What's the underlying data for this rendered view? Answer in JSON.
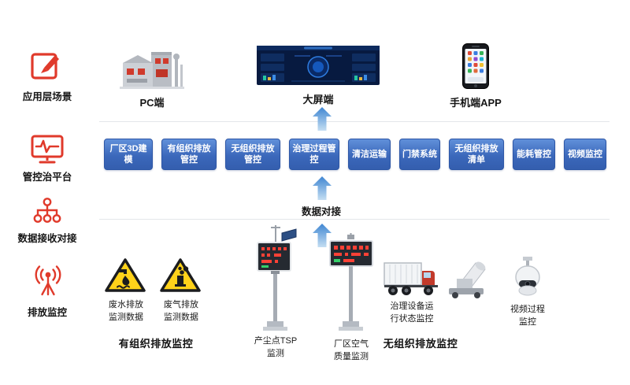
{
  "sidebar": {
    "items": [
      {
        "id": "app-layer",
        "label": "应用层场景",
        "icon": "edit-icon"
      },
      {
        "id": "platform",
        "label": "管控治平台",
        "icon": "monitor-pulse-icon"
      },
      {
        "id": "data-access",
        "label": "数据接收对接",
        "icon": "hierarchy-icon"
      },
      {
        "id": "emission-monitoring",
        "label": "排放监控",
        "icon": "signal-tower-icon"
      }
    ]
  },
  "app_layer": {
    "pc": {
      "label": "PC端",
      "icon": "factory-buildings-icon"
    },
    "big_screen": {
      "label": "大屏端",
      "icon": "dashboard-screen-icon"
    },
    "mobile": {
      "label": "手机端APP",
      "icon": "smartphone-icon"
    }
  },
  "platform_layer": {
    "buttons": [
      {
        "label": "厂区3D建模"
      },
      {
        "label": "有组织排放管控"
      },
      {
        "label": "无组织排放管控"
      },
      {
        "label": "治理过程管控"
      },
      {
        "label": "清洁运输"
      },
      {
        "label": "门禁系统"
      },
      {
        "label": "无组织排放清单"
      },
      {
        "label": "能耗管控"
      },
      {
        "label": "视频监控"
      }
    ]
  },
  "data_link": {
    "label": "数据对接"
  },
  "monitoring": {
    "organized": {
      "group_label": "有组织排放监控",
      "items": [
        {
          "label": "废水排放监测数据",
          "icon": "wastewater-warning-icon"
        },
        {
          "label": "废气排放监测数据",
          "icon": "gas-warning-icon"
        }
      ]
    },
    "unorganized": {
      "group_label": "无组织排放监控",
      "items": [
        {
          "label": "产尘点TSP监测",
          "icon": "tsp-monitor-station-icon"
        },
        {
          "label": "厂区空气质量监测",
          "icon": "air-quality-station-icon"
        },
        {
          "label": "治理设备运行状态监控",
          "icon": "truck-equipment-icon"
        },
        {
          "label": "视频过程监控",
          "icon": "ptz-camera-icon"
        }
      ]
    }
  },
  "colors": {
    "accent_red": "#e03a2b",
    "button_blue_top": "#6190da",
    "button_blue_bottom": "#345eae",
    "arrow_blue": "#3f86d2",
    "warning_yellow": "#ffd21a",
    "dashboard_navy": "#071a40"
  }
}
